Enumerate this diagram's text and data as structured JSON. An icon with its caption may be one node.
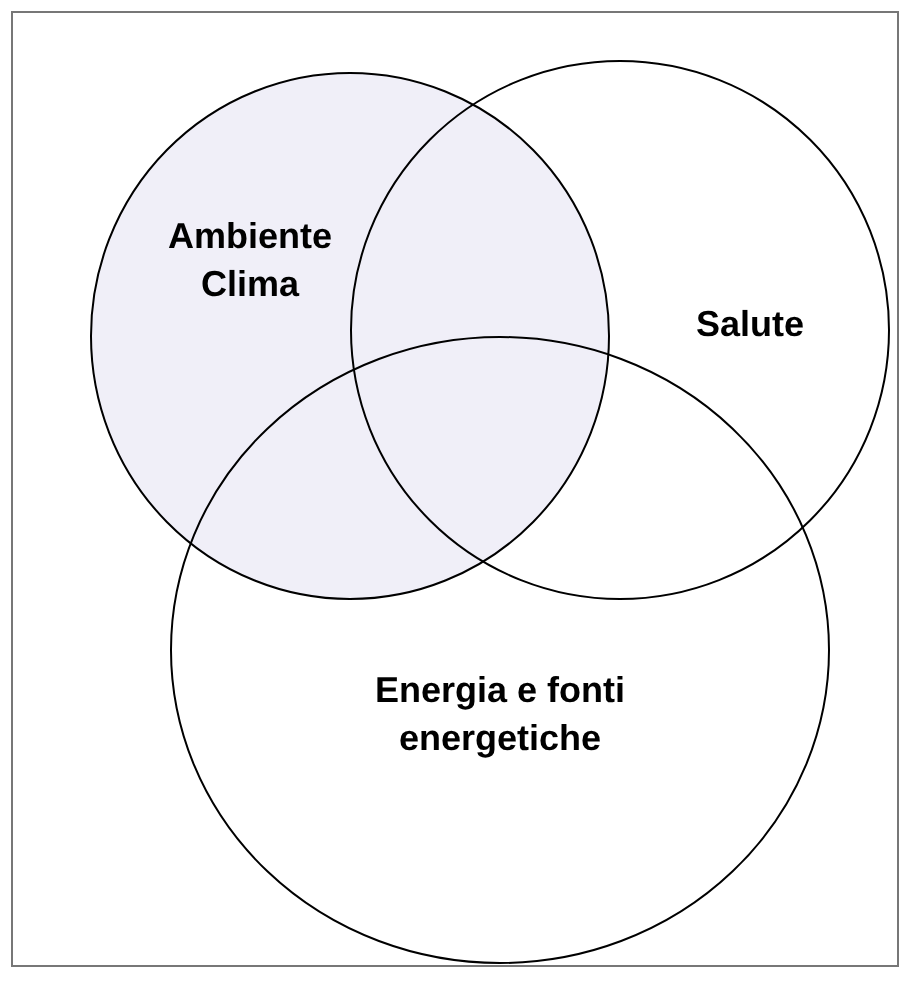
{
  "diagram": {
    "nodes": [
      {
        "text": [
          "Ambiente Clima"
        ]
      },
      {
        "text": [
          "Salute"
        ]
      },
      {
        "text": [
          "Energia e fonti energetiche"
        ]
      }
    ]
  }
}
